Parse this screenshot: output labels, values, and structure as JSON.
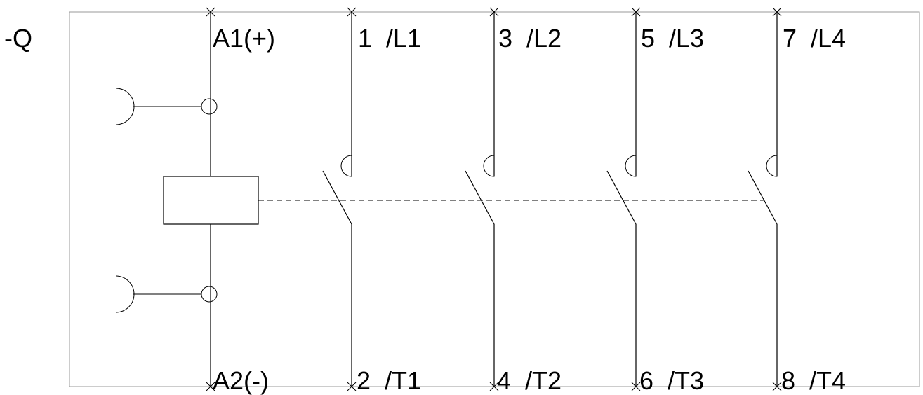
{
  "device_tag": "-Q",
  "coil": {
    "top_label": "A1(+)",
    "bottom_label": "A2(-)"
  },
  "poles": [
    {
      "top_label": "1  /L1",
      "bottom_label": "2  /T1"
    },
    {
      "top_label": "3  /L2",
      "bottom_label": "4  /T2"
    },
    {
      "top_label": "5  /L3",
      "bottom_label": "6  /T3"
    },
    {
      "top_label": "7  /L4",
      "bottom_label": "8  /T4"
    }
  ]
}
